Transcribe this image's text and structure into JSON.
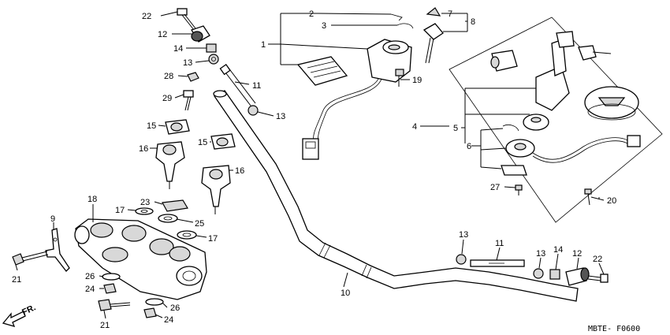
{
  "diagram_code": "MBTE- F0600",
  "front_indicator": "FR.",
  "callouts": [
    {
      "id": "c22a",
      "text": "22"
    },
    {
      "id": "c12a",
      "text": "12"
    },
    {
      "id": "c14a",
      "text": "14"
    },
    {
      "id": "c13a",
      "text": "13"
    },
    {
      "id": "c28",
      "text": "28"
    },
    {
      "id": "c29",
      "text": "29"
    },
    {
      "id": "c15a",
      "text": "15"
    },
    {
      "id": "c16a",
      "text": "16"
    },
    {
      "id": "c15b",
      "text": "15"
    },
    {
      "id": "c16b",
      "text": "16"
    },
    {
      "id": "c23",
      "text": "23"
    },
    {
      "id": "c17a",
      "text": "17"
    },
    {
      "id": "c25",
      "text": "25"
    },
    {
      "id": "c17b",
      "text": "17"
    },
    {
      "id": "c18",
      "text": "18"
    },
    {
      "id": "c9",
      "text": "9"
    },
    {
      "id": "c21a",
      "text": "21"
    },
    {
      "id": "c26a",
      "text": "26"
    },
    {
      "id": "c24a",
      "text": "24"
    },
    {
      "id": "c21b",
      "text": "21"
    },
    {
      "id": "c26b",
      "text": "26"
    },
    {
      "id": "c24b",
      "text": "24"
    },
    {
      "id": "c11a",
      "text": "11"
    },
    {
      "id": "c13b",
      "text": "13"
    },
    {
      "id": "c2",
      "text": "2"
    },
    {
      "id": "c3",
      "text": "3"
    },
    {
      "id": "c1",
      "text": "1"
    },
    {
      "id": "c19",
      "text": "19"
    },
    {
      "id": "c7",
      "text": "7"
    },
    {
      "id": "c8",
      "text": "8"
    },
    {
      "id": "c4",
      "text": "4"
    },
    {
      "id": "c5",
      "text": "5"
    },
    {
      "id": "c6",
      "text": "6"
    },
    {
      "id": "c27",
      "text": "27"
    },
    {
      "id": "c20",
      "text": "20"
    },
    {
      "id": "c10",
      "text": "10"
    },
    {
      "id": "c13c",
      "text": "13"
    },
    {
      "id": "c11b",
      "text": "11"
    },
    {
      "id": "c13d",
      "text": "13"
    },
    {
      "id": "c14b",
      "text": "14"
    },
    {
      "id": "c12b",
      "text": "12"
    },
    {
      "id": "c22b",
      "text": "22"
    }
  ]
}
